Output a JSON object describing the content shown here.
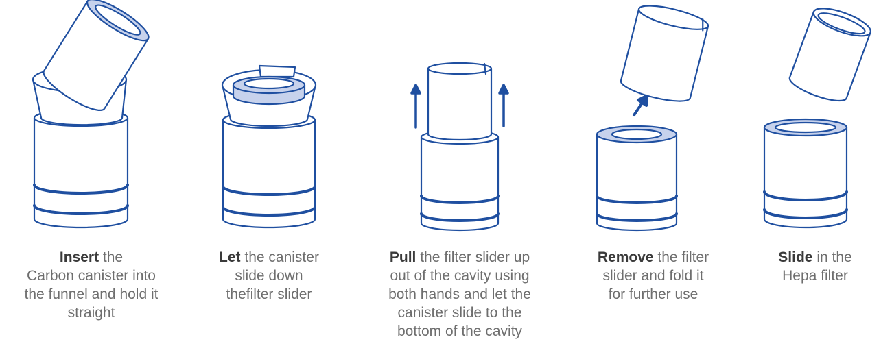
{
  "colors": {
    "stroke": "#1f4fa0",
    "fill_light": "#c7d2ec",
    "caption_text": "#6e6e6e",
    "caption_bold": "#3a3a3a"
  },
  "steps": [
    {
      "bold": "Insert",
      "rest_first": " the",
      "lines": [
        "Carbon canister into",
        "the funnel and hold it",
        "straight"
      ]
    },
    {
      "bold": "Let",
      "rest_first": " the canister",
      "lines": [
        "slide down",
        "thefilter slider"
      ]
    },
    {
      "bold": "Pull",
      "rest_first": " the filter slider up",
      "lines": [
        "out of the cavity using",
        "both hands and let the",
        "canister slide to the",
        "bottom of the cavity"
      ]
    },
    {
      "bold": "Remove",
      "rest_first": " the filter",
      "lines": [
        "slider and fold it",
        "for further use"
      ]
    },
    {
      "bold": "Slide",
      "rest_first": " in the",
      "lines": [
        "Hepa filter"
      ]
    }
  ],
  "icons": [
    "arrow-up-icon",
    "arrow-up-icon",
    "arrow-diagonal-icon"
  ]
}
